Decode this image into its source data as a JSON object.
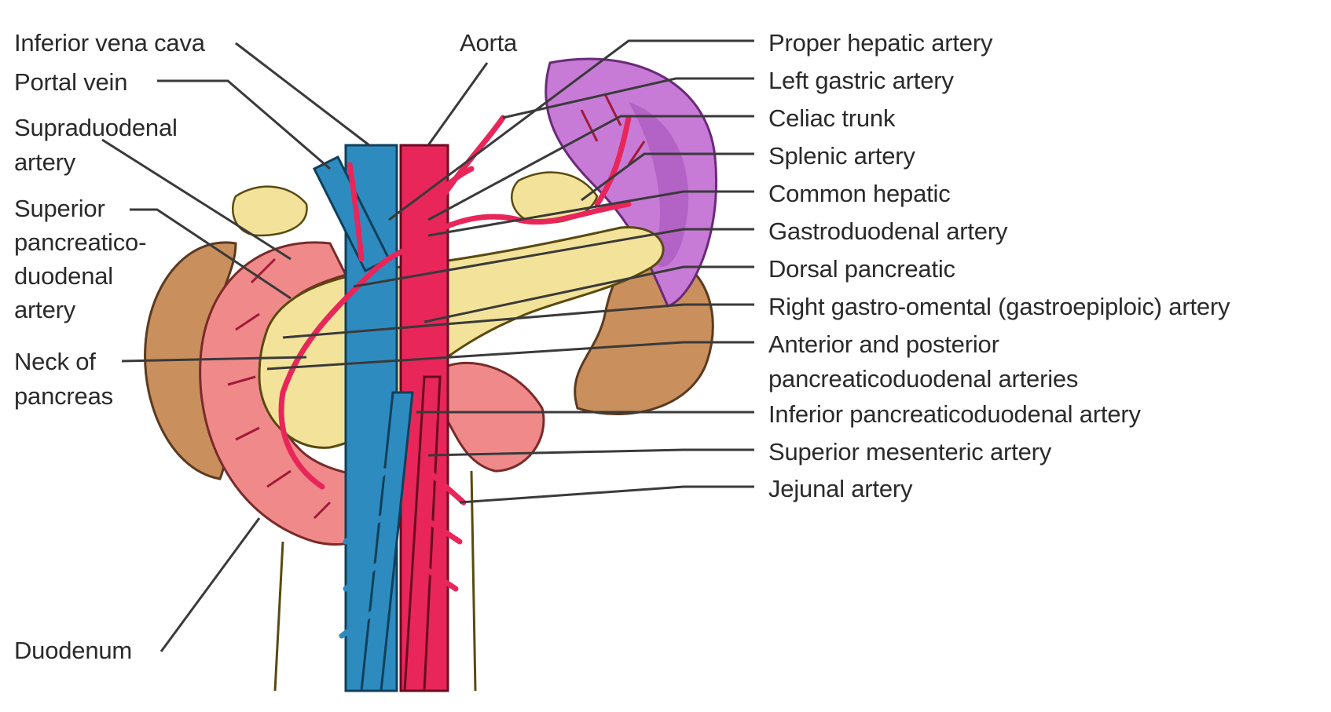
{
  "diagram": {
    "labels_left": {
      "inferior_vena_cava": "Inferior vena cava",
      "portal_vein": "Portal vein",
      "supraduodenal_artery": [
        "Supraduodenal",
        "artery"
      ],
      "superior_pancreaticoduodenal_artery": [
        "Superior",
        "pancreatico-",
        "duodenal",
        "artery"
      ],
      "neck_of_pancreas": [
        "Neck of",
        "pancreas"
      ],
      "duodenum": "Duodenum"
    },
    "label_top": {
      "aorta": "Aorta"
    },
    "labels_right": {
      "proper_hepatic_artery": "Proper hepatic artery",
      "left_gastric_artery": "Left gastric artery",
      "celiac_trunk": "Celiac trunk",
      "splenic_artery": "Splenic artery",
      "common_hepatic": "Common hepatic",
      "gastroduodenal_artery": "Gastroduodenal artery",
      "dorsal_pancreatic": "Dorsal pancreatic",
      "right_gastro_omental_artery": "Right gastro-omental (gastroepiploic) artery",
      "anterior_posterior_pd_arteries": [
        "Anterior and posterior",
        "pancreaticoduodenal arteries"
      ],
      "inferior_pd_artery": "Inferior pancreaticoduodenal artery",
      "superior_mesenteric_artery": "Superior mesenteric artery",
      "jejunal_artery": "Jejunal artery"
    },
    "colors": {
      "artery": "#e8265a",
      "vein": "#2e8bc0",
      "pancreas": "#f3e39a",
      "duodenum": "#f08a8a",
      "spleen": "#c77bd6",
      "kidney": "#c98f5c",
      "leader_line": "#3a3a3a"
    }
  }
}
